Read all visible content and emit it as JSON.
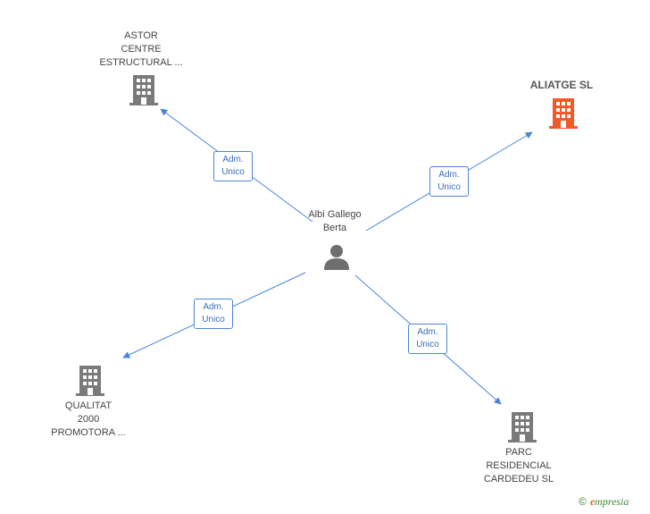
{
  "center": {
    "name_line1": "Albi Gallego",
    "name_line2": "Berta"
  },
  "nodes": [
    {
      "id": "astor",
      "lines": [
        "ASTOR",
        "CENTRE",
        "ESTRUCTURAL ..."
      ],
      "highlight": false
    },
    {
      "id": "aliatge",
      "lines": [
        "ALIATGE SL"
      ],
      "highlight": true
    },
    {
      "id": "qualitat",
      "lines": [
        "QUALITAT",
        "2000",
        "PROMOTORA ..."
      ],
      "highlight": false
    },
    {
      "id": "parc",
      "lines": [
        "PARC",
        "RESIDENCIAL",
        "CARDEDEU SL"
      ],
      "highlight": false
    }
  ],
  "edges": [
    {
      "to": "astor",
      "line1": "Adm.",
      "line2": "Unico"
    },
    {
      "to": "aliatge",
      "line1": "Adm.",
      "line2": "Unico"
    },
    {
      "to": "qualitat",
      "line1": "Adm.",
      "line2": "Unico"
    },
    {
      "to": "parc",
      "line1": "Adm.",
      "line2": "Unico"
    }
  ],
  "colors": {
    "edge": "#4a86d8",
    "building": "#7a7a7a",
    "highlight_building": "#f05a28",
    "person": "#6e6e6e"
  },
  "footer": {
    "copyright": "©",
    "brand_initial": "e",
    "brand_rest": "mpresia"
  }
}
